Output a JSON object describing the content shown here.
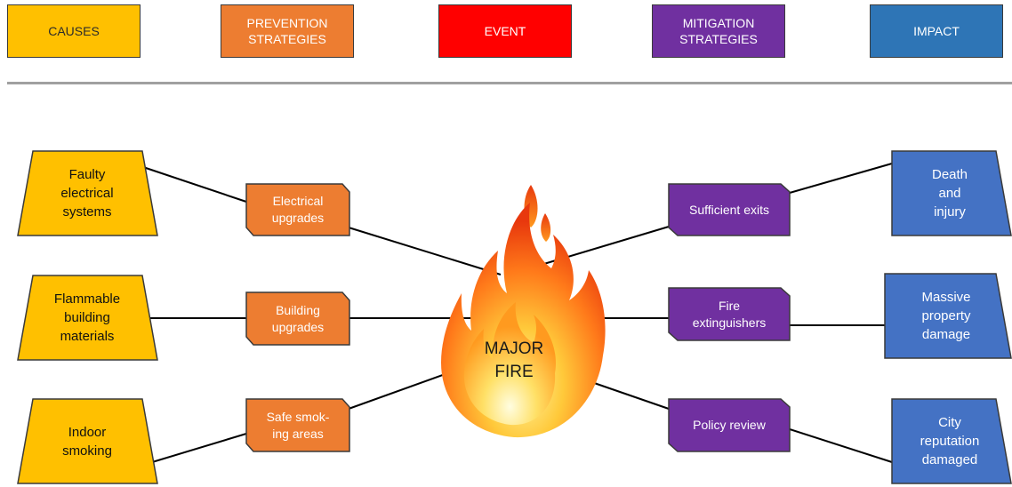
{
  "legend": {
    "causes": "CAUSES",
    "prevention": "PREVENTION\nSTRATEGIES",
    "event": "EVENT",
    "mitigation": "MITIGATION\nSTRATEGIES",
    "impact": "IMPACT"
  },
  "colors": {
    "causes": "#FFC000",
    "prevention": "#ED7D31",
    "event": "#FF0000",
    "mitigation": "#7030A0",
    "impact": "#2E75B6",
    "impact_shape": "#4472C4"
  },
  "event": {
    "label": "MAJOR\nFIRE",
    "icon": "flame-icon"
  },
  "causes": [
    "Faulty\nelectrical\nsystems",
    "Flammable\nbuilding\nmaterials",
    "Indoor\nsmoking"
  ],
  "prevention": [
    "Electrical\nupgrades",
    "Building\nupgrades",
    "Safe smok-\ning areas"
  ],
  "mitigation": [
    "Sufficient exits",
    "Fire\nextinguishers",
    "Policy review"
  ],
  "impacts": [
    "Death\nand\ninjury",
    "Massive\nproperty\ndamage",
    "City\nreputation\ndamaged"
  ]
}
